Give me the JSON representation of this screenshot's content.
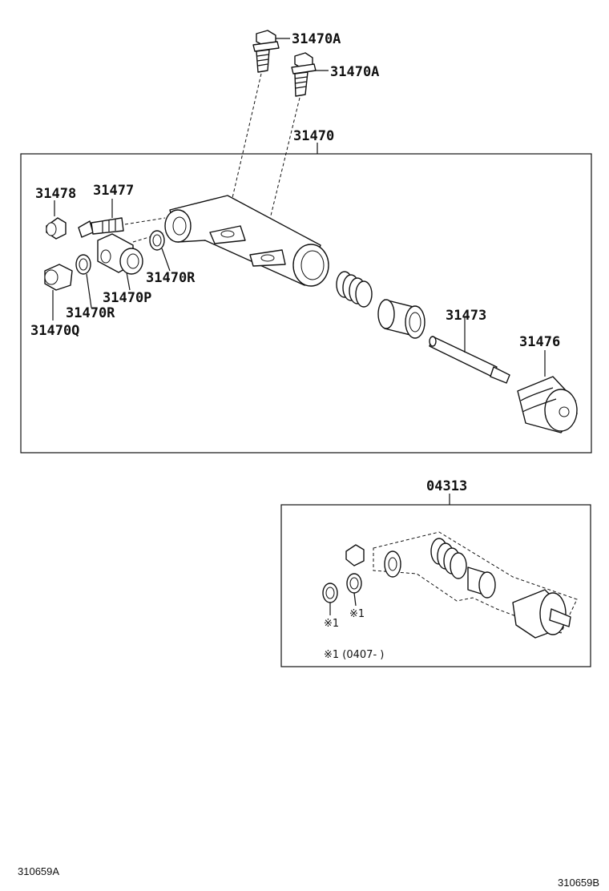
{
  "labels": {
    "bolt_a1": "31470A",
    "bolt_a2": "31470A",
    "assembly": "31470",
    "cap": "31478",
    "bleeder": "31477",
    "gasket_r1": "31470R",
    "union_p": "31470P",
    "gasket_r2": "31470R",
    "plug_q": "31470Q",
    "push_rod": "31473",
    "boot": "31476",
    "kit": "04313",
    "kit_mark_left": "※1",
    "kit_mark_right": "※1",
    "kit_note": "※1 (0407- )"
  },
  "footer": {
    "left_code": "310659A",
    "right_code": "310659B"
  }
}
